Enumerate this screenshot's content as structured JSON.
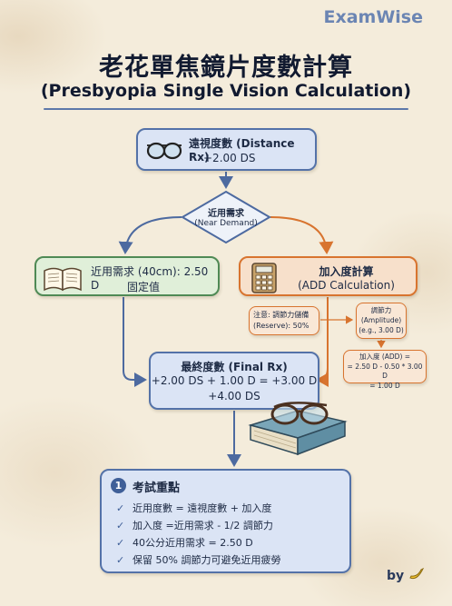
{
  "brand": "ExamWise",
  "title": {
    "zh": "老花單焦鏡片度數計算",
    "en": "(Presbyopia Single Vision Calculation)"
  },
  "distance_box": {
    "label": "遠視度數 (Distance Rx)",
    "value": "+2.00 DS"
  },
  "decision": {
    "label": "近用需求",
    "sublabel": "(Near Demand)"
  },
  "near_box": {
    "label": "近用需求 (40cm): 2.50 D",
    "note": "固定值"
  },
  "add_box": {
    "label": "加入度計算",
    "sublabel": "(ADD Calculation)"
  },
  "reserve_note": {
    "line1": "注意: 調節力儲備",
    "line2": "(Reserve): 50%"
  },
  "amplitude_note": {
    "line1": "調節力",
    "line2": "(Amplitude)",
    "line3": "(e.g., 3.00 D)"
  },
  "add_value_note": {
    "line1": "加入度 (ADD) =",
    "line2": "= 2.50 D - 0.50 * 3.00 D",
    "line3": "= 1.00 D"
  },
  "final_box": {
    "label": "最終度數 (Final Rx)",
    "formula": "+2.00 DS + 1.00 D = +3.00 D",
    "result": "+4.00 DS"
  },
  "exam_points": {
    "number": "1",
    "heading": "考試重點",
    "items": [
      "近用度數 = 遠視度數 + 加入度",
      "加入度 =近用需求 - 1/2 調節力",
      "40公分近用需求 = 2.50 D",
      "保留 50% 調節力可避免近用疲勞"
    ]
  },
  "footer": {
    "by": "by"
  },
  "colors": {
    "blue_border": "#5472a8",
    "green_border": "#4f8a55",
    "orange_border": "#d8742f",
    "blue_fill": "#dbe4f5",
    "green_fill": "#e0efd9",
    "orange_fill": "#f7e0cb"
  },
  "icons": [
    "glasses-icon",
    "book-icon",
    "calculator-icon",
    "glasses-on-book-illustration",
    "banana-icon",
    "checkmark-icon"
  ]
}
